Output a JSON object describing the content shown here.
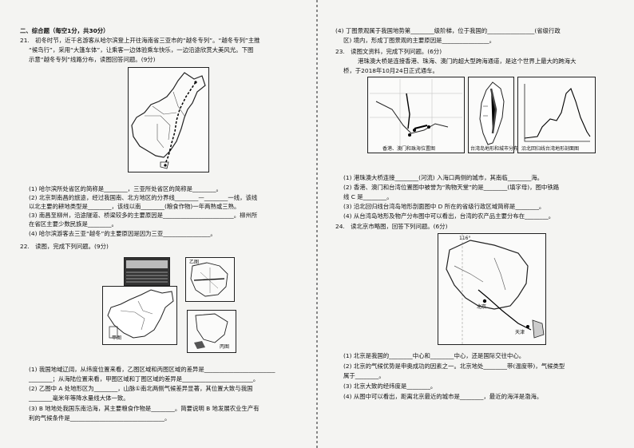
{
  "left": {
    "section_title": "二、综合题（每空1分，共30分）",
    "q21": {
      "lines": [
        "21.　初冬时节，近千名游客从哈尔滨登上开往海南省三亚市的“越冬专列”。“越冬专列”主推",
        "“候鸟行”，采用“大篷车体”，让乘客一边体验乘车快乐，一边沿途欣赏大美风光。下图",
        "示意“越冬专列”线路分布，读图回答问题。(9分)"
      ],
      "answers": [
        "(1) 哈尔滨所处省区的简称是________，三亚所处省区的简称是________。",
        "(2) 北京到南昌的旅途，经过我国南、北方地区的分界线________—________一线，该线",
        "以北主要的耕地类型是________，该线以南________(粮食作物)一年两熟或三熟。",
        "(3) 南昌至柳州，沿途隧道、桥梁较多的主要原因是________________________。柳州所",
        "在省区主要少数民族是________。",
        "(4) 哈尔滨游客去三亚“越冬”的主要原因是因为三亚________________。"
      ]
    },
    "q22": {
      "title": "22.　读图，完成下列问题。(9分)",
      "fig_labels": {
        "yi": "乙图",
        "jia": "甲图",
        "bing": "丙图"
      },
      "answers": [
        "(1) 我国地域辽阔，从纬度位置来看，乙图区域和丙图区域的差异是________________________",
        "________；从海陆位置来看，甲图区域和丁图区域的差异是________________________。",
        "(2) 乙图中 A 处地形区为________，山脉①南北两侧气候差异显著，其位置大致与我国",
        "________毫米年等降水量线大体一致。",
        "(3) B 地地处我国东南沿海，其主要粮食作物是________。简要说明 B 地发展农业生产有",
        "利的气候条件是________________________________。"
      ]
    }
  },
  "right": {
    "q22_cont": [
      "(4) 丁图景观属于我国地势第________级阶梯，位于我国的________________(省级行政",
      "区) 境内，形成丁图景观的主要原因是________________。"
    ],
    "q23": {
      "lines": [
        "23.　读图文资料，完成下列问题。(6分)",
        "港珠澳大桥是连接香港、珠海、澳门的超大型跨海通道，是这个世界上最大的跨海大",
        "桥，于2018年10月24日正式通车。"
      ],
      "fig_captions": {
        "map1": "香港、澳门和珠海位置图",
        "map2": "台湾岛地形和城市分布",
        "map3": "沿北回归线台湾地形剖面图"
      },
      "answers": [
        "(1) 港珠澳大桥连接________(河流) 入海口两侧的城市，其南临________海。",
        "(2) 香港、澳门和台湾位置图中被誉为“购物天堂”的是________(填字母)，图中铁路",
        "线 C 是________。",
        "(3) 沿北回归线台湾岛地形剖面图中 D 所在的省级行政区域简称是________。",
        "(4) 从台湾岛地形及物产分布图中可以看出，台湾的农产品主要分布在________。"
      ]
    },
    "q24": {
      "title": "24.　读北京市略图，回答下列问题。(6分)",
      "map_labels": {
        "lon": "116°",
        "beijing": "北京",
        "tianjin": "天津"
      },
      "answers": [
        "(1) 北京是我国的________中心和________中心，还是国际交往中心。",
        "(2) 北京的气候优势是申奥成功的因素之一。北京地处________带(温度带)，气候类型",
        "属于________。",
        "(3) 北京大致的经纬度是________。",
        "(4) 从图中可以看出，距离北京最近的城市是________，最近的海洋是渤海。"
      ]
    }
  }
}
